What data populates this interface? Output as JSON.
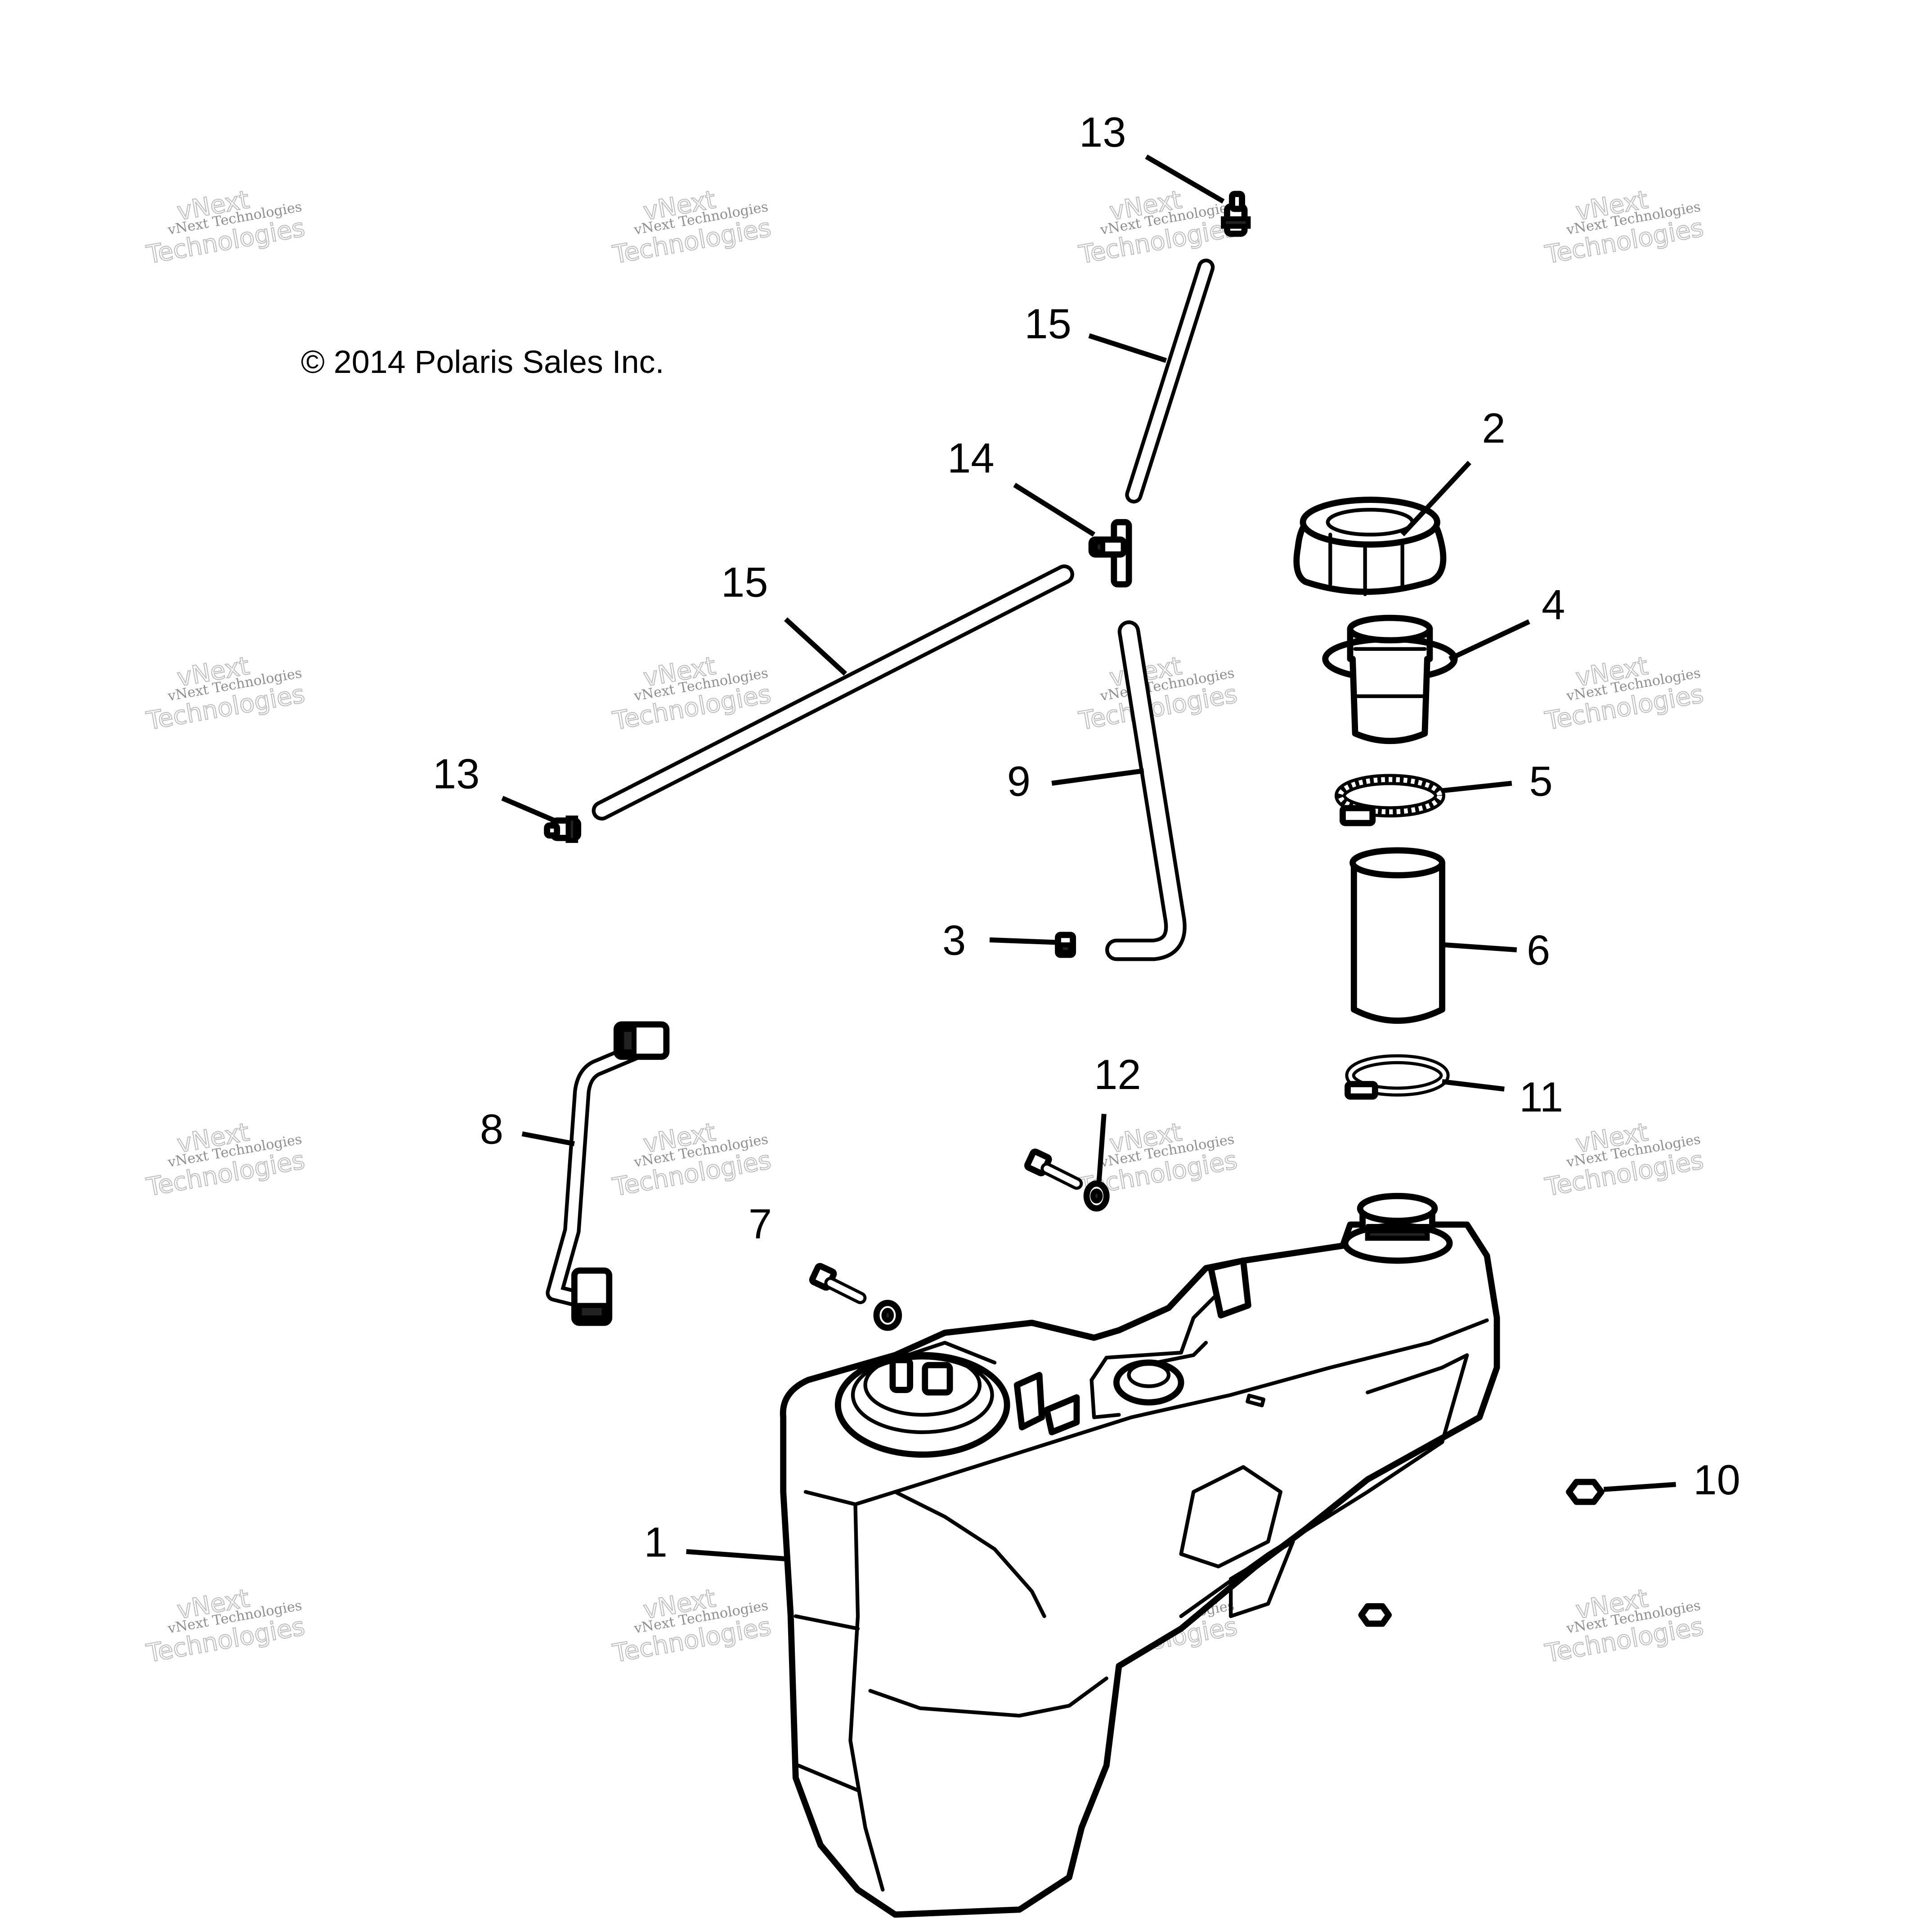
{
  "copyright": "© 2014 Polaris Sales Inc.",
  "watermark": {
    "line1": "vNext Technologies",
    "line2": "Technologies",
    "line3": "vNext"
  },
  "callouts": {
    "c1": "1",
    "c2": "2",
    "c3": "3",
    "c4": "4",
    "c5": "5",
    "c6": "6",
    "c7": "7",
    "c8": "8",
    "c9": "9",
    "c10": "10",
    "c11": "11",
    "c12": "12",
    "c13_top": "13",
    "c13_left": "13",
    "c14": "14",
    "c15_top": "15",
    "c15_left": "15"
  }
}
